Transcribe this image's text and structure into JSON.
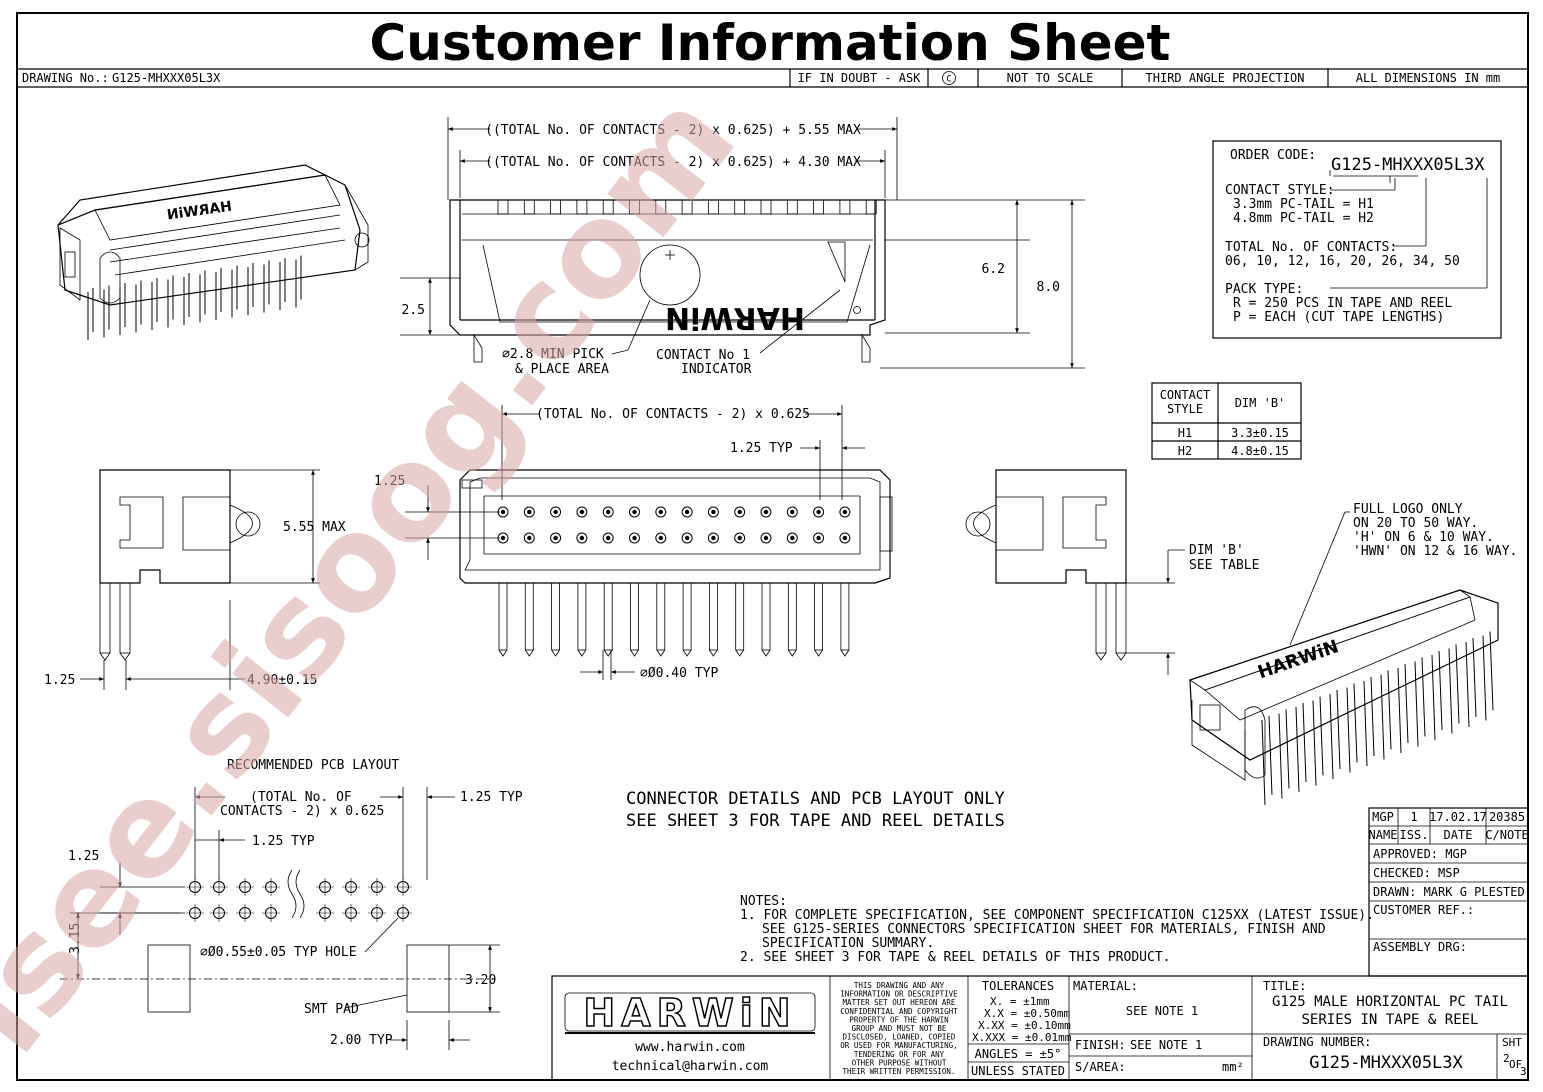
{
  "header": {
    "title": "Customer Information Sheet",
    "drawing_no_label": "DRAWING No.:",
    "drawing_no": "G125-MHXXX05L3X",
    "if_in_doubt": "IF IN DOUBT - ASK",
    "copyright": "C",
    "not_to_scale": "NOT TO SCALE",
    "projection": "THIRD ANGLE PROJECTION",
    "dimensions": "ALL DIMENSIONS IN mm"
  },
  "watermark": "isee.sisoog.com",
  "top_view": {
    "dim_total_max": "((TOTAL No. OF CONTACTS - 2) x 0.625) + 5.55 MAX",
    "dim_inner_max": "((TOTAL No. OF CONTACTS - 2) x 0.625) + 4.30 MAX",
    "dim_6_2": "6.2",
    "dim_8_0": "8.0",
    "dim_2_5": "2.5",
    "pick_area_1": "2.8 MIN PICK",
    "pick_area_2": "& PLACE AREA",
    "contact_indicator_1": "CONTACT No 1",
    "contact_indicator_2": "INDICATOR",
    "body_logo": "HARWiN"
  },
  "order_code": {
    "label": "ORDER CODE:",
    "code": "G125-MHXXX05L3X",
    "contact_style_label": "CONTACT STYLE:",
    "contact_style_h1": "3.3mm PC-TAIL = H1",
    "contact_style_h2": "4.8mm PC-TAIL = H2",
    "total_contacts_label": "TOTAL No. OF CONTACTS:",
    "total_contacts_values": "06, 10, 12, 16, 20, 26, 34, 50",
    "pack_type_label": "PACK TYPE:",
    "pack_type_r": "R = 250 PCS IN TAPE AND REEL",
    "pack_type_p": "P = EACH (CUT TAPE LENGTHS)"
  },
  "dim_b_table": {
    "header_style_1": "CONTACT",
    "header_style_2": "STYLE",
    "header_dim": "DIM 'B'",
    "rows": [
      {
        "style": "H1",
        "dim": "3.3±0.15"
      },
      {
        "style": "H2",
        "dim": "4.8±0.15"
      }
    ]
  },
  "front_view": {
    "dim_pitch_total": "(TOTAL No. OF CONTACTS - 2) x 0.625",
    "dim_1_25_typ": "1.25 TYP",
    "dim_1_25": "1.25",
    "dim_pin_dia": "Ø0.40 TYP"
  },
  "side_view": {
    "dim_5_55": "5.55 MAX",
    "dim_1_25": "1.25",
    "dim_4_90": "4.90±0.15",
    "dim_b_1": "DIM 'B'",
    "dim_b_2": "SEE TABLE"
  },
  "logo_note": {
    "line1": "FULL LOGO ONLY",
    "line2": "ON 20 TO 50 WAY.",
    "line3": "'H' ON 6 & 10 WAY.",
    "line4": "'HWN' ON 12 & 16 WAY.",
    "iso_logo": "HARWiN"
  },
  "pcb_layout": {
    "title": "RECOMMENDED PCB LAYOUT",
    "dim_total_1": "(TOTAL No. OF",
    "dim_total_2": "CONTACTS - 2) x 0.625",
    "dim_1_25_typ_a": "1.25 TYP",
    "dim_1_25_typ_b": "1.25 TYP",
    "dim_1_25": "1.25",
    "dim_3_15": "3.15",
    "dim_hole": "Ø0.55±0.05 TYP HOLE",
    "dim_3_20": "3.20",
    "smt_pad": "SMT PAD",
    "dim_2_00": "2.00 TYP"
  },
  "details": {
    "line1": "CONNECTOR DETAILS AND PCB LAYOUT ONLY",
    "line2": "SEE SHEET 3 FOR TAPE AND REEL DETAILS"
  },
  "notes": {
    "title": "NOTES:",
    "n1a": "1. FOR COMPLETE SPECIFICATION, SEE COMPONENT SPECIFICATION C125XX (LATEST ISSUE).",
    "n1b": "SEE G125-SERIES CONNECTORS SPECIFICATION SHEET FOR MATERIALS, FINISH AND",
    "n1c": "SPECIFICATION SUMMARY.",
    "n2": "2. SEE SHEET 3 FOR TAPE & REEL DETAILS OF THIS PRODUCT."
  },
  "revision": {
    "name": "MGP",
    "iss": "1",
    "date": "17.02.17",
    "cnote": "20385",
    "h_name": "NAME",
    "h_iss": "ISS.",
    "h_date": "DATE",
    "h_cnote": "C/NOTE",
    "approved": "APPROVED: MGP",
    "checked": "CHECKED:  MSP",
    "drawn": "DRAWN:   MARK G PLESTED",
    "customer_ref": "CUSTOMER REF.:",
    "assembly": "ASSEMBLY DRG:"
  },
  "title_block": {
    "logo": "HARWiN",
    "web": "www.harwin.com",
    "email": "technical@harwin.com",
    "confidential": [
      "THIS DRAWING AND ANY",
      "INFORMATION OR DESCRIPTIVE",
      "MATTER SET OUT HEREON ARE",
      "CONFIDENTIAL AND COPYRIGHT",
      "PROPERTY OF THE HARWIN",
      "GROUP AND MUST NOT BE",
      "DISCLOSED, LOANED, COPIED",
      "OR USED FOR MANUFACTURING,",
      "TENDERING OR FOR ANY",
      "OTHER PURPOSE WITHOUT",
      "THEIR WRITTEN PERMISSION."
    ],
    "tolerances_title": "TOLERANCES",
    "tol_x": "X.   = ±1mm",
    "tol_xx": "X.X  = ±0.50mm",
    "tol_xxx": "X.XX = ±0.10mm",
    "tol_xxxx": "X.XXX = ±0.01mm",
    "angles": "ANGLES = ±5°",
    "unless": "UNLESS STATED",
    "material_label": "MATERIAL:",
    "material_value": "SEE NOTE 1",
    "finish_label": "FINISH:",
    "finish_value": "SEE NOTE 1",
    "area_label": "S/AREA:",
    "area_unit": "mm²",
    "title_label": "TITLE:",
    "title_line1": "G125 MALE HORIZONTAL PC TAIL",
    "title_line2": "SERIES IN TAPE & REEL",
    "drawing_number_label": "DRAWING NUMBER:",
    "drawing_number": "G125-MHXXX05L3X",
    "sht_label": "SHT",
    "sht_no": "2",
    "sht_of": "OF",
    "sht_total": "3"
  }
}
